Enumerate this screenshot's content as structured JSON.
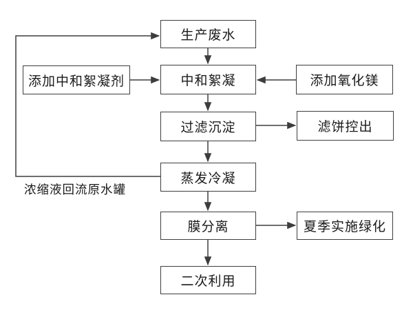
{
  "diagram": {
    "type": "flowchart",
    "nodes": {
      "production_wastewater": "生产废水",
      "neutralization_flocculation": "中和絮凝",
      "filtration_sedimentation": "过滤沉淀",
      "evaporation_condensation": "蒸发冷凝",
      "membrane_separation": "膜分离",
      "secondary_use": "二次利用",
      "add_neutralizing_flocculant": "添加中和絮凝剂",
      "add_magnesium_oxide": "添加氧化镁",
      "filter_cake_out": "滤饼控出",
      "summer_greening": "夏季实施绿化"
    },
    "annotation": {
      "concentrate_return": "浓缩液回流原水罐"
    },
    "edges": [
      {
        "from": "生产废水",
        "to": "中和絮凝"
      },
      {
        "from": "添加中和絮凝剂",
        "to": "中和絮凝"
      },
      {
        "from": "添加氧化镁",
        "to": "中和絮凝"
      },
      {
        "from": "中和絮凝",
        "to": "过滤沉淀"
      },
      {
        "from": "过滤沉淀",
        "to": "滤饼控出"
      },
      {
        "from": "过滤沉淀",
        "to": "蒸发冷凝"
      },
      {
        "from": "蒸发冷凝",
        "to": "生产废水",
        "label": "浓缩液回流原水罐"
      },
      {
        "from": "蒸发冷凝",
        "to": "膜分离"
      },
      {
        "from": "膜分离",
        "to": "夏季实施绿化"
      },
      {
        "from": "膜分离",
        "to": "二次利用"
      }
    ],
    "colors": {
      "background": "#ffffff",
      "line": "#3d3d3d",
      "box_border": "#3d3d3d",
      "box_fill": "#ffffff",
      "text": "#1a1a1a"
    }
  }
}
